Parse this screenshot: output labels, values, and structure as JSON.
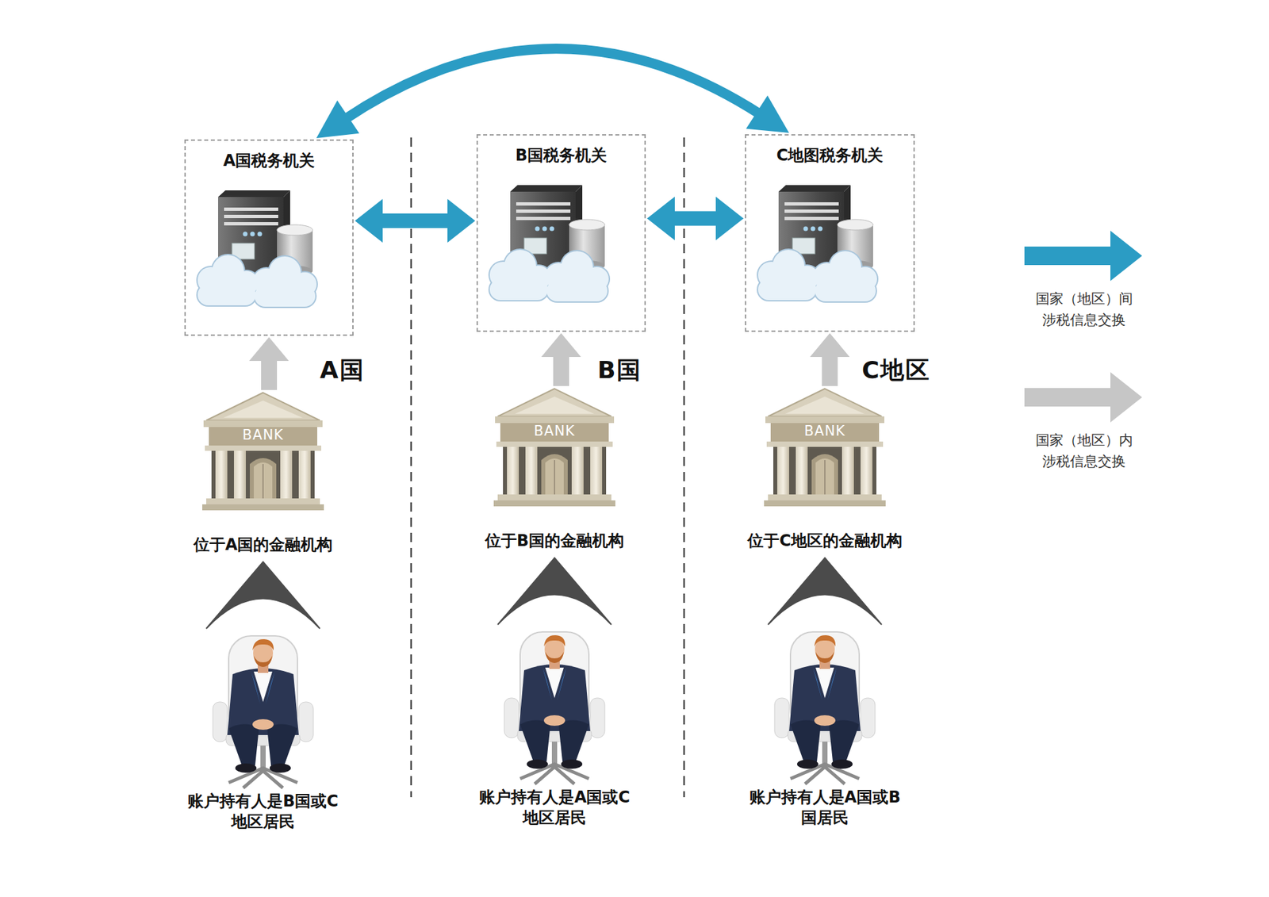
{
  "diagram": {
    "nodes": [
      {
        "text": [
          "A国税务机关"
        ]
      },
      {
        "text": [
          "B国税务机关"
        ]
      },
      {
        "text": [
          "C地图税务机关"
        ]
      },
      {
        "text": [
          "BANK",
          "位于A国的金融机构"
        ]
      },
      {
        "text": [
          "BANK",
          "位于B国的金融机构"
        ]
      },
      {
        "text": [
          "BANK",
          "位于C地区的金融机构"
        ]
      },
      {
        "text": [
          "账户持有人是B国或C 地区居民"
        ]
      },
      {
        "text": [
          "账户持有人是A国或C 地区居民"
        ]
      },
      {
        "text": [
          "账户持有人是A国或B 国居民"
        ]
      }
    ],
    "edges": [
      {
        "from": 0,
        "to": 1,
        "arrow": "both"
      },
      {
        "from": 1,
        "to": 2,
        "arrow": "both"
      },
      {
        "from": 0,
        "to": 2,
        "arrow": "both"
      },
      {
        "from": 3,
        "to": 0,
        "arrow": "to"
      },
      {
        "from": 4,
        "to": 1,
        "arrow": "to"
      },
      {
        "from": 5,
        "to": 2,
        "arrow": "to"
      },
      {
        "from": 6,
        "to": 3,
        "arrow": "to"
      },
      {
        "from": 7,
        "to": 4,
        "arrow": "to"
      },
      {
        "from": 8,
        "to": 5,
        "arrow": "to"
      }
    ],
    "labels": [
      "A国",
      "B国",
      "C地区"
    ],
    "legend": [
      {
        "text": "国家（地区）间 涉税信息交换",
        "color": "#2b9cc4"
      },
      {
        "text": "国家（地区）内 涉税信息交换",
        "color": "#c6c6c6"
      }
    ]
  }
}
